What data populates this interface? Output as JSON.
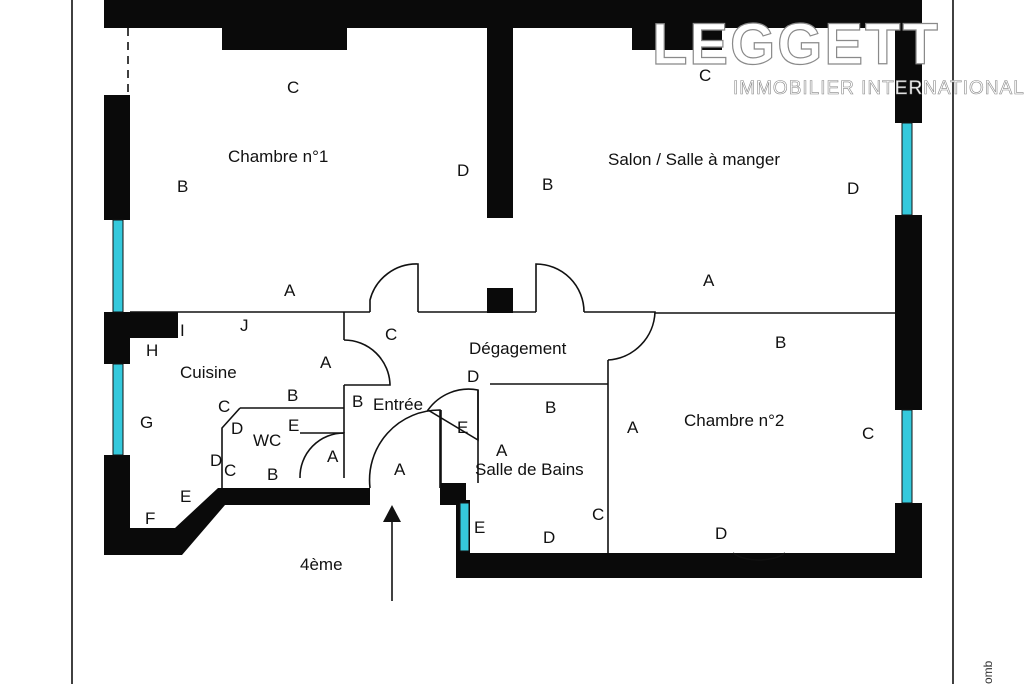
{
  "rooms": {
    "chambre1": "Chambre n°1",
    "salon": "Salon / Salle à manger",
    "cuisine": "Cuisine",
    "wc": "WC",
    "degagement": "Dégagement",
    "entree": "Entrée",
    "salle_de_bains": "Salle de Bains",
    "chambre2": "Chambre n°2",
    "floor": "4ème"
  },
  "wall_labels": {
    "ch1_c": "C",
    "ch1_b": "B",
    "ch1_d": "D",
    "ch1_a": "A",
    "sal_c": "C",
    "sal_b": "B",
    "sal_d": "D",
    "sal_a": "A",
    "cui_i": "I",
    "cui_j": "J",
    "cui_h": "H",
    "cui_a": "A",
    "cui_b": "B",
    "cui_c": "C",
    "cui_g": "G",
    "cui_d": "D",
    "cui_c2": "C",
    "cui_e": "E",
    "cui_f": "F",
    "wc_d": "D",
    "wc_e": "E",
    "wc_b": "B",
    "wc_a": "A",
    "deg_c": "C",
    "deg_d": "D",
    "ent_b": "B",
    "ent_a": "A",
    "ent_e": "E",
    "sdb_b": "B",
    "sdb_a": "A",
    "sdb_c": "C",
    "sdb_d": "D",
    "sdb_e": "E",
    "ch2_b": "B",
    "ch2_a": "A",
    "ch2_c": "C",
    "ch2_d": "D"
  },
  "logo": {
    "name": "LEGGETT",
    "tagline": "IMMOBILIER INTERNATIONAL"
  },
  "side_text": "omb",
  "colors": {
    "wall": "#0a0a0a",
    "window": "#35c9dc",
    "background": "#ffffff"
  }
}
